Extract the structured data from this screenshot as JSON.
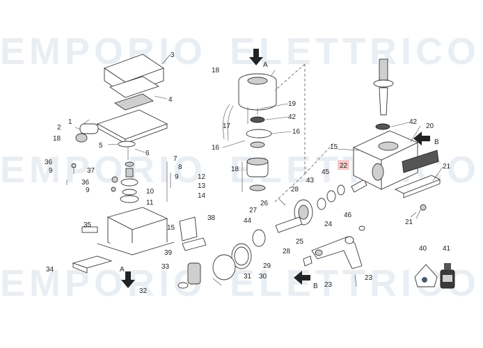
{
  "watermark": {
    "text1": "EMPORIO",
    "text2": "ELETTRICO"
  },
  "callouts": {
    "c1": "1",
    "c2": "2",
    "c3": "3",
    "c4": "4",
    "c5": "5",
    "c6": "6",
    "c7": "7",
    "c8": "8",
    "c9a": "9",
    "c9b": "9",
    "c9c": "9",
    "c10": "10",
    "c11": "11",
    "c12": "12",
    "c13": "13",
    "c14": "14",
    "c15a": "15",
    "c15b": "15",
    "c16a": "16",
    "c16b": "16",
    "c17": "17",
    "c18a": "18",
    "c18b": "18",
    "c18c": "18",
    "c19": "19",
    "c20": "20",
    "c21a": "21",
    "c21b": "21",
    "c22": "22",
    "c23a": "23",
    "c23b": "23",
    "c24": "24",
    "c25": "25",
    "c26": "26",
    "c27": "27",
    "c28a": "28",
    "c28b": "28",
    "c29": "29",
    "c30": "30",
    "c31": "31",
    "c32": "32",
    "c33": "33",
    "c34": "34",
    "c35": "35",
    "c36a": "36",
    "c36b": "36",
    "c37": "37",
    "c38": "38",
    "c39": "39",
    "c40": "40",
    "c41": "41",
    "c42a": "42",
    "c42b": "42",
    "c43": "43",
    "c44": "44",
    "c45": "45",
    "c46": "46"
  },
  "view_markers": {
    "a1": "A",
    "a2": "A",
    "b1": "B",
    "b2": "B"
  },
  "highlight_color": "#f6c9c9"
}
